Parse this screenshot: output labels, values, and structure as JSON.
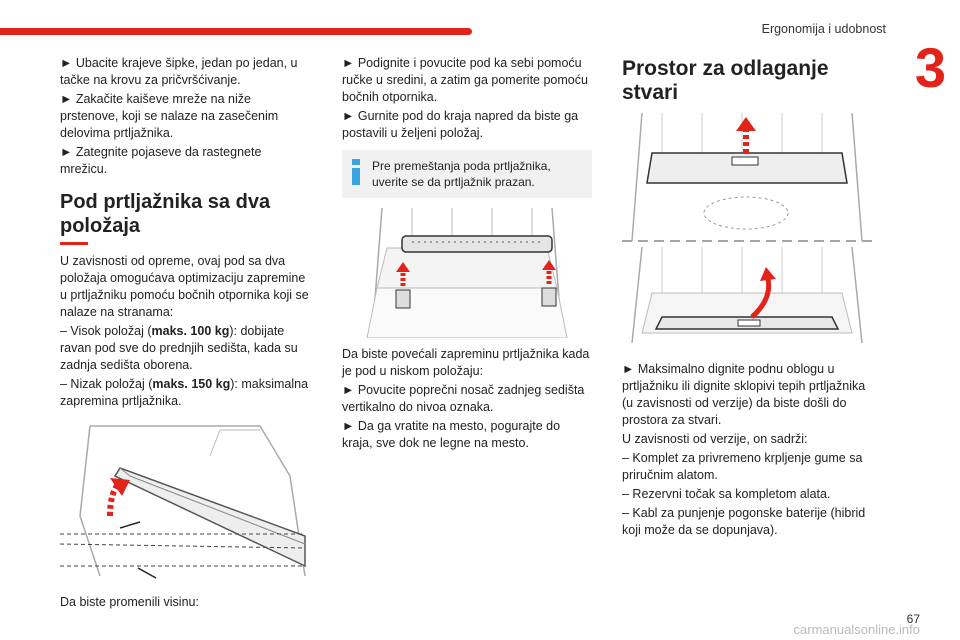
{
  "header": {
    "title": "Ergonomija i udobnost",
    "chapter": "3"
  },
  "col1": {
    "p1": "► Ubacite krajeve šipke, jedan po jedan, u tačke na krovu za pričvršćivanje.",
    "p2": "► Zakačite kaiševe mreže na niže prstenove, koji se nalaze na zasečenim delovima prtljažnika.",
    "p3": "► Zategnite pojaseve da rastegnete mrežicu.",
    "heading": "Pod prtljažnika sa dva položaja",
    "intro": "U zavisnosti od opreme, ovaj pod sa dva položaja omogućava optimizaciju zapremine u prtljažniku pomoću bočnih otpornika koji se nalaze na stranama:",
    "high_prefix": "– Visok položaj (",
    "high_bold": "maks. 100 kg",
    "high_suffix": "): dobijate ravan pod sve do prednjih sedišta, kada su zadnja sedišta oborena.",
    "low_prefix": "– Nizak položaj (",
    "low_bold": "maks. 150 kg",
    "low_suffix": "): maksimalna zapremina prtljažnika.",
    "caption": "Da biste promenili visinu:"
  },
  "col2": {
    "p1": "► Podignite i povucite pod ka sebi pomoću ručke u sredini, a zatim ga pomerite pomoću bočnih otpornika.",
    "p2": "► Gurnite pod do kraja napred da biste ga postavili u željeni položaj.",
    "note": "Pre premeštanja poda prtljažnika, uverite se da prtljažnik prazan.",
    "p3": "Da biste povećali zapreminu prtljažnika kada je pod u niskom položaju:",
    "p4": "► Povucite poprečni nosač zadnjeg sedišta vertikalno do nivoa oznaka.",
    "p5": "► Da ga vratite na mesto, pogurajte do kraja, sve dok ne legne na mesto."
  },
  "col3": {
    "heading": "Prostor za odlaganje stvari",
    "p1": "► Maksimalno dignite podnu oblogu u prtljažniku ili dignite sklopivi tepih prtljažnika (u zavisnosti od verzije) da biste došli do prostora za stvari.",
    "p2": "U zavisnosti od verzije, on sadrži:",
    "i1": "– Komplet za privremeno krpljenje gume sa priručnim alatom.",
    "i2": "– Rezervni točak sa kompletom alata.",
    "i3": "– Kabl za punjenje pogonske baterije (hibrid koji može da se dopunjava)."
  },
  "footer": {
    "page": "67",
    "watermark": "carmanualsonline.info"
  },
  "colors": {
    "accent": "#e2231a"
  }
}
